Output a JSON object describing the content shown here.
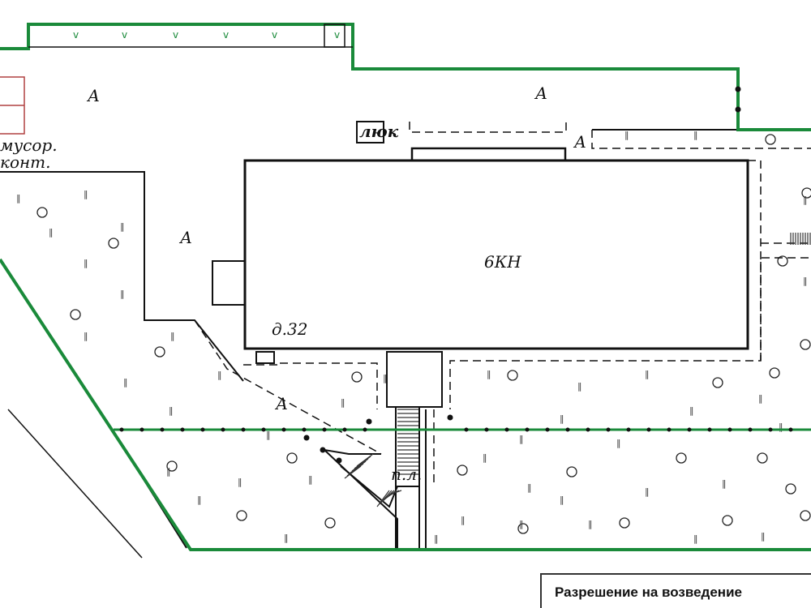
{
  "labels": {
    "building": "6КН",
    "house_number": "д.32",
    "area_a": "А",
    "hatch": "люк",
    "garbage_1": "мусор.",
    "garbage_2": "конт.",
    "stairs": "п.л."
  },
  "title_box": "Разрешение на возведение",
  "colors": {
    "boundary": "#1a8a3a",
    "line": "#111111",
    "container": "#b04040"
  }
}
